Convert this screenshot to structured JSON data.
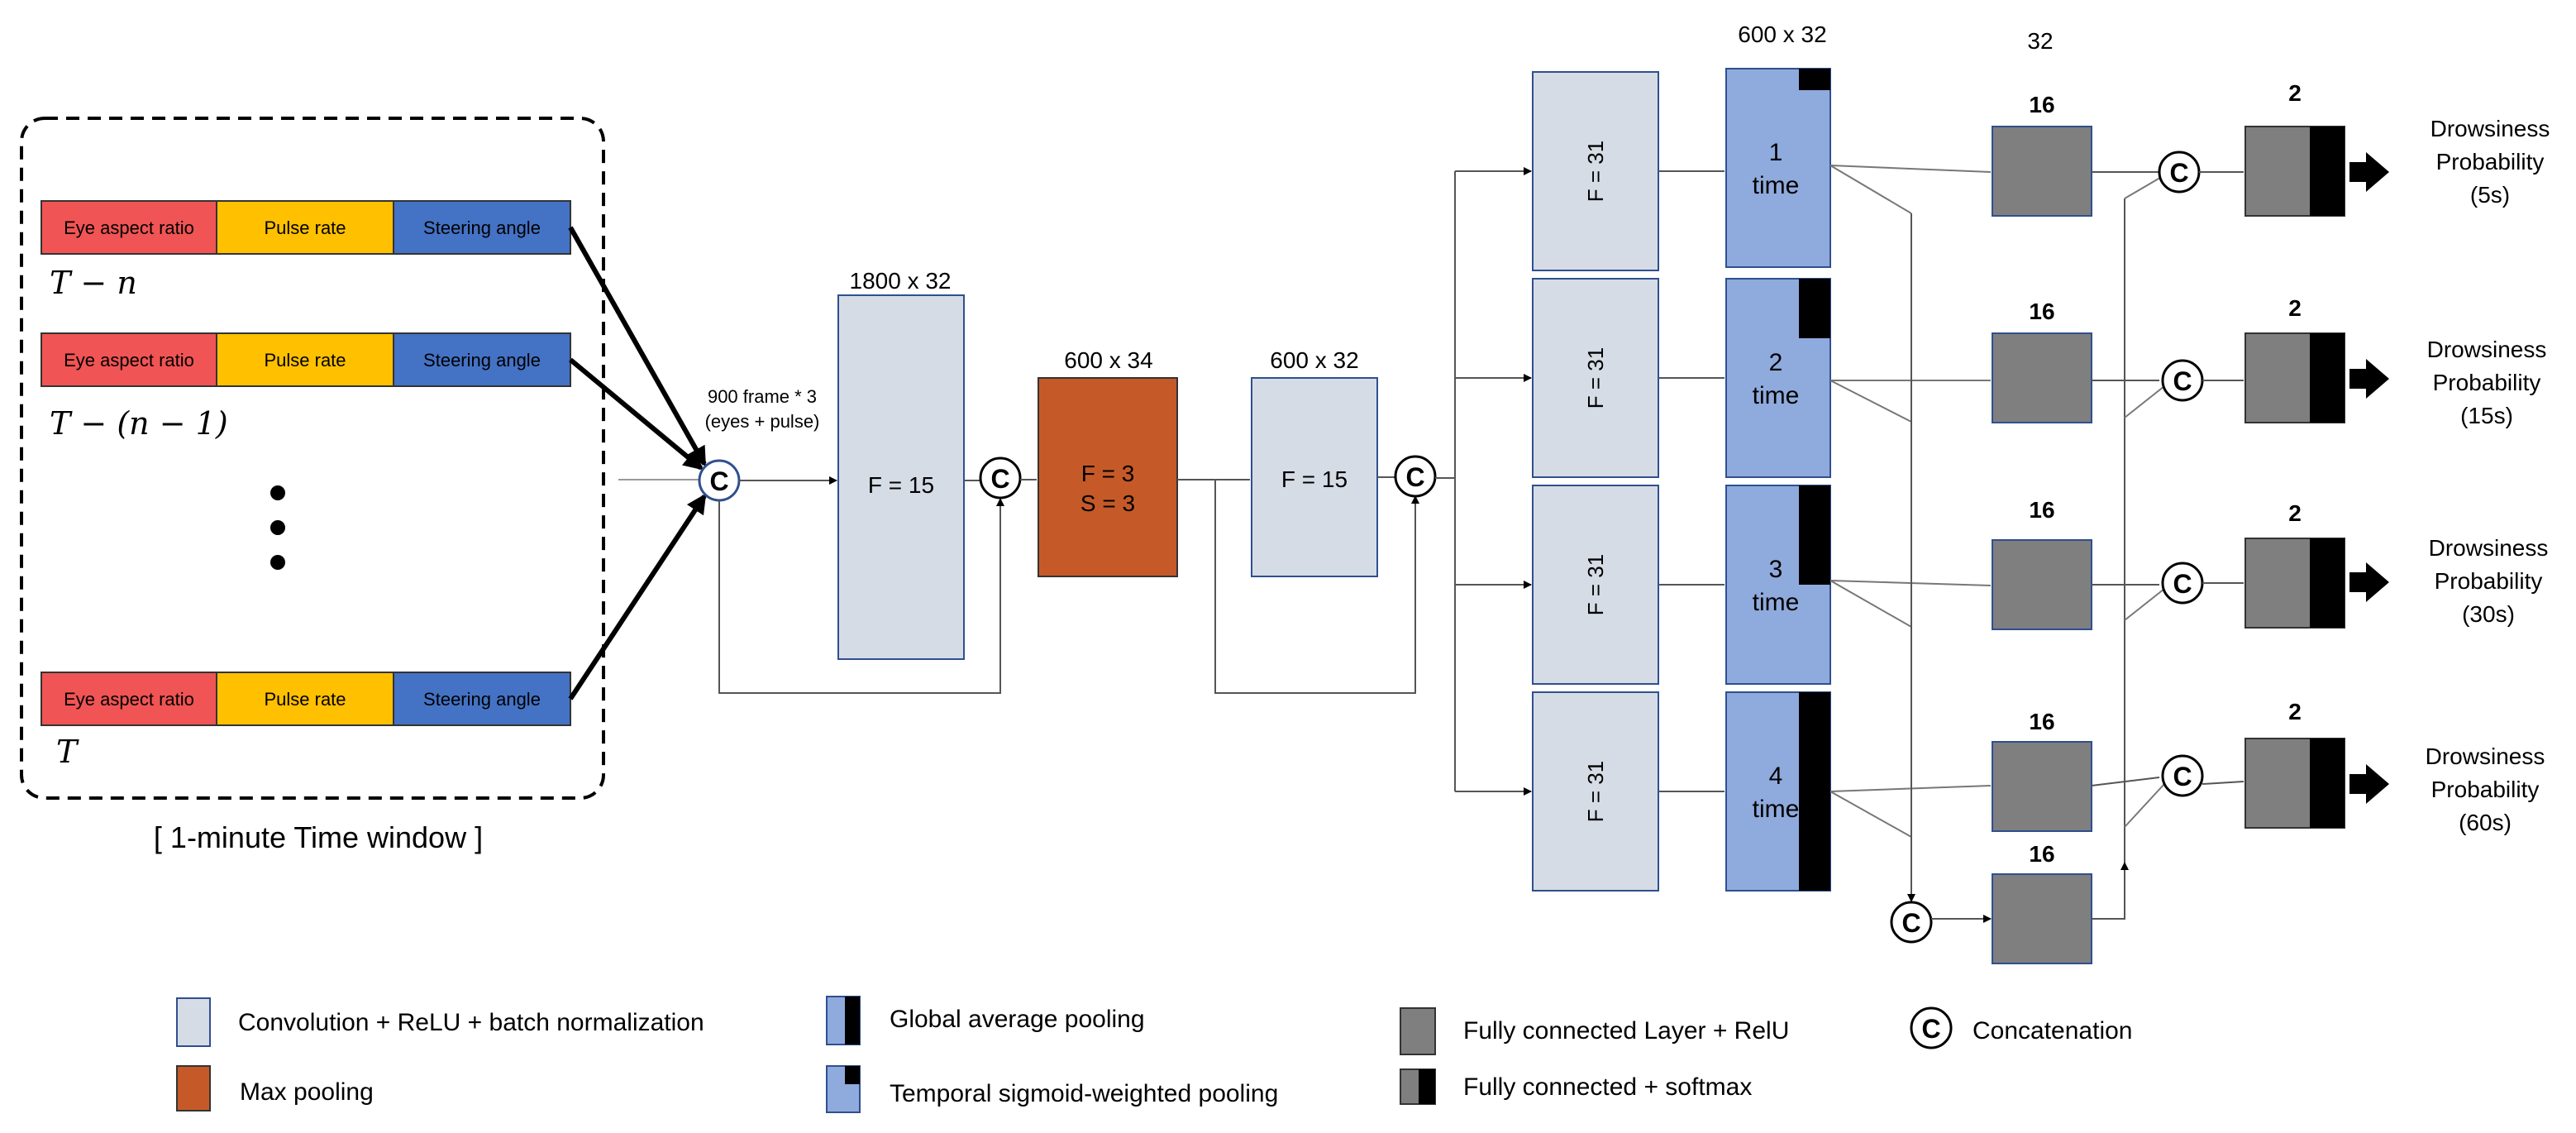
{
  "colors": {
    "conv": "#d6dce5",
    "maxpool": "#c55a28",
    "temporal": "#8faadc",
    "fc": "#7f7f7f",
    "eye": "#f05454",
    "pulse": "#ffc000",
    "steer": "#4472c4"
  },
  "input": {
    "segments": [
      "Eye aspect ratio",
      "Pulse rate",
      "Steering angle"
    ],
    "row_labels": [
      "T − n",
      "T − (n − 1)",
      "T"
    ],
    "window_caption": "[ 1-minute Time window ]"
  },
  "concat_symbol": "C",
  "concat_note": [
    "900 frame * 3",
    "(eyes + pulse)"
  ],
  "blocks": {
    "conv1": {
      "size": "1800 x 32",
      "label": "F = 15"
    },
    "maxpool": {
      "size": "600 x 34",
      "line1": "F = 3",
      "line2": "S = 3"
    },
    "conv2": {
      "size": "600 x 32",
      "label": "F = 15"
    },
    "branch_convs": [
      "F = 31",
      "F = 31",
      "F = 31",
      "F = 31"
    ],
    "temporal_size": "600 x 32",
    "temporal": [
      {
        "num": "1",
        "word": "time"
      },
      {
        "num": "2",
        "word": "time"
      },
      {
        "num": "3",
        "word": "time"
      },
      {
        "num": "4",
        "word": "time"
      }
    ],
    "gap_size": "32",
    "fc_sizes": [
      "16",
      "16",
      "16",
      "16",
      "16"
    ],
    "out_sizes": [
      "2",
      "2",
      "2",
      "2"
    ]
  },
  "outputs": [
    [
      "Drowsiness",
      "Probability",
      "(5s)"
    ],
    [
      "Drowsiness",
      "Probability",
      "(15s)"
    ],
    [
      "Drowsiness",
      "Probability",
      "(30s)"
    ],
    [
      "Drowsiness",
      "Probability",
      "(60s)"
    ]
  ],
  "legend": {
    "conv": "Convolution + ReLU + batch normalization",
    "maxpool": "Max pooling",
    "gap": "Global average pooling",
    "tsp": "Temporal sigmoid-weighted pooling",
    "fc_relu": "Fully connected Layer + RelU",
    "fc_softmax": "Fully connected + softmax",
    "concat": "Concatenation"
  }
}
